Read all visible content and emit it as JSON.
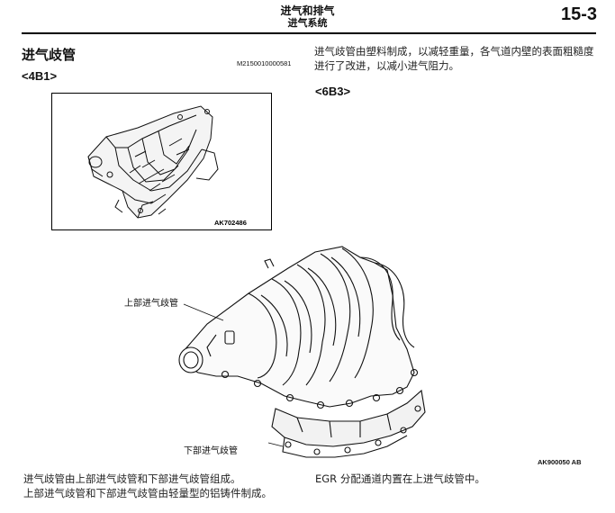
{
  "header": {
    "title": "进气和排气",
    "subtitle": "进气系统",
    "page_number": "15-3"
  },
  "section": {
    "title": "进气歧管",
    "code_a": "<4B1>",
    "code_b": "<6B3>",
    "ref_code": "M2150010000581"
  },
  "paragraphs": {
    "right_top": "进气歧管由塑料制成，以减轻重量，各气道内壁的表面粗糙度进行了改进，以减小进气阻力。",
    "bottom_left_1": "进气歧管由上部进气歧管和下部进气歧管组成。",
    "bottom_left_2": "上部进气歧管和下部进气歧管由轻量型的铝铸件制成。",
    "bottom_right": "EGR 分配通道内置在上进气歧管中。"
  },
  "figures": {
    "small": {
      "code": "AK702486",
      "icon": "intake-manifold-plastic"
    },
    "large": {
      "code": "AK900050 AB",
      "icon": "intake-manifold-aluminum",
      "label_upper": "上部进气歧管",
      "label_lower": "下部进气歧管"
    }
  }
}
